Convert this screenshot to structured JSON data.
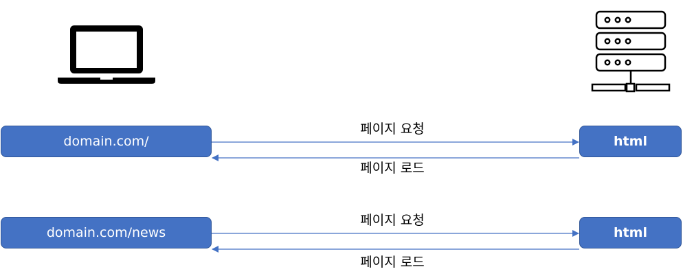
{
  "colors": {
    "box_fill": "#4472c4",
    "box_border": "#2f5597",
    "arrow": "#4472c4",
    "icon": "#000000"
  },
  "icons": {
    "client": "laptop-icon",
    "server": "server-icon"
  },
  "rows": [
    {
      "client_url": "domain.com/",
      "server_label": "html",
      "request_label": "페이지 요청",
      "response_label": "페이지 로드"
    },
    {
      "client_url": "domain.com/news",
      "server_label": "html",
      "request_label": "페이지 요청",
      "response_label": "페이지 로드"
    }
  ]
}
